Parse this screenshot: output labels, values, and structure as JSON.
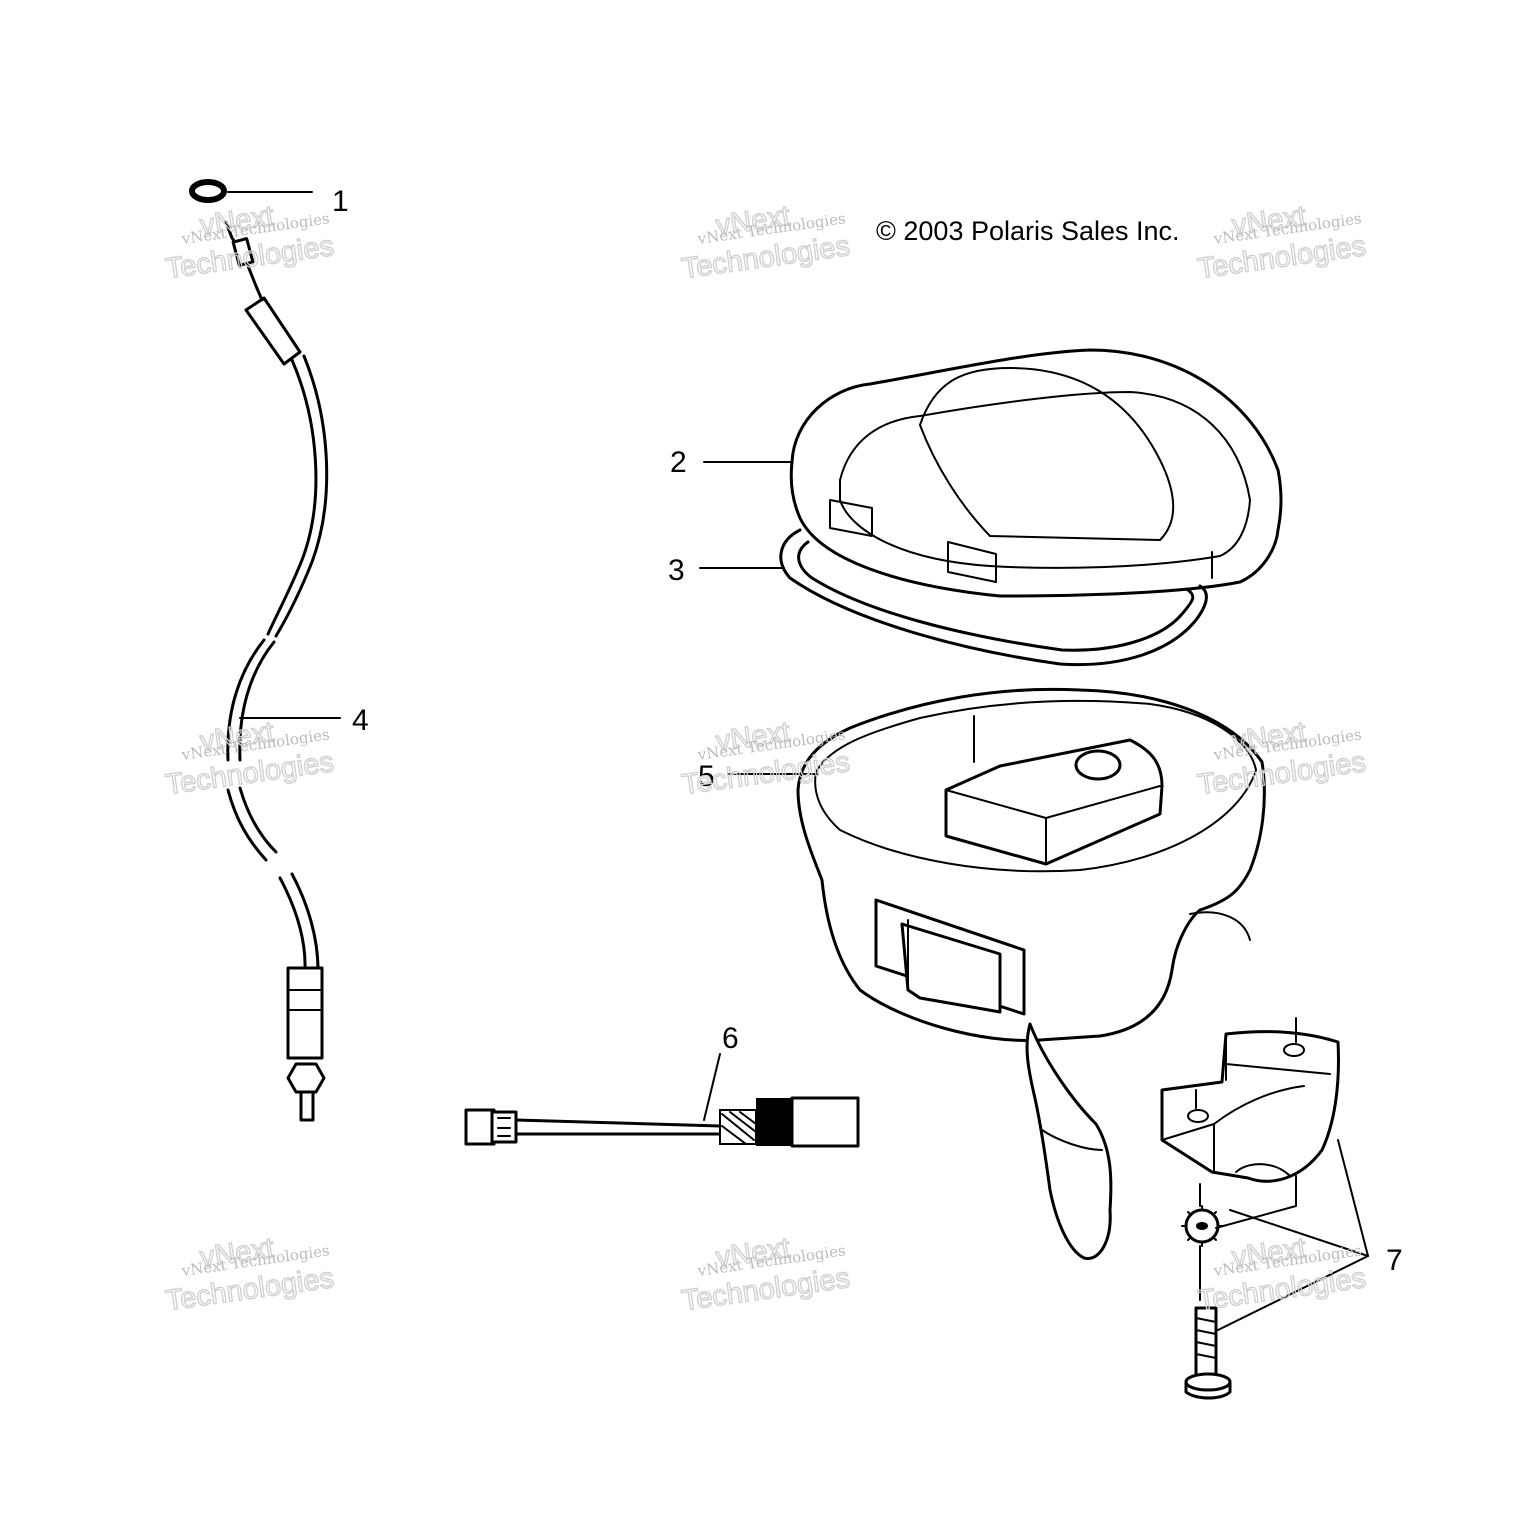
{
  "copyright": "© 2003 Polaris Sales Inc.",
  "watermark": {
    "small": "vNext Technologies",
    "big_top": "vNext",
    "big_bottom": "Technologies"
  },
  "callouts": [
    "1",
    "2",
    "3",
    "4",
    "5",
    "6",
    "7"
  ]
}
